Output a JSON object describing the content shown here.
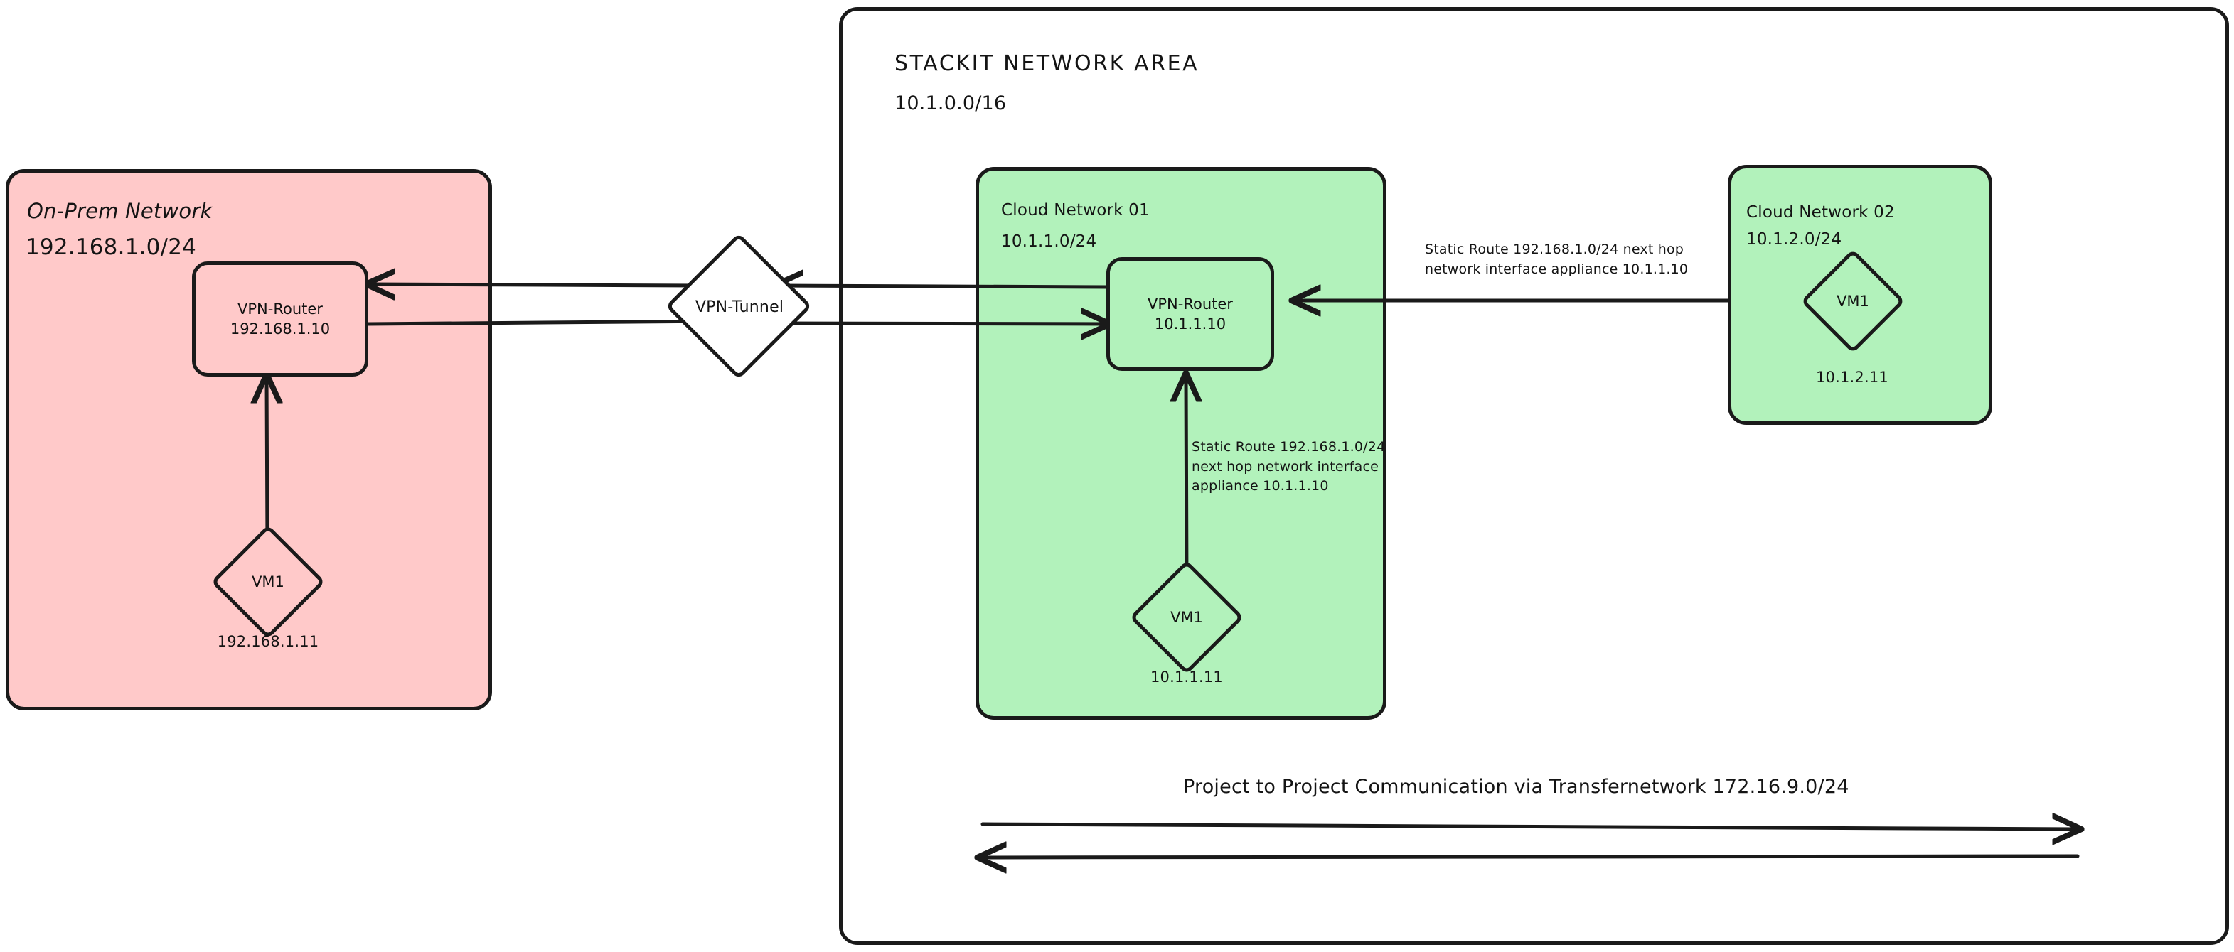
{
  "diagram": {
    "title": "STACKIT network area VPN and project-to-project connectivity diagram",
    "colors": {
      "onprem_fill": "#ffc9c9",
      "cloud_fill": "#b2f2bb",
      "stroke": "#1a1a1a",
      "page_background": "#ffffff"
    }
  },
  "onprem": {
    "title": "On-Prem Network",
    "cidr": "192.168.1.0/24",
    "router": {
      "name": "VPN-Router",
      "ip": "192.168.1.10"
    },
    "vm": {
      "name": "VM1",
      "ip": "192.168.1.11"
    }
  },
  "tunnel": {
    "label": "VPN-Tunnel"
  },
  "stackit_area": {
    "title": "STACKIT NETWORK AREA",
    "cidr": "10.1.0.0/16",
    "transfer_note": "Project to Project Communication via Transfernetwork 172.16.9.0/24"
  },
  "cloud_network_01": {
    "title": "Cloud Network 01",
    "cidr": "10.1.1.0/24",
    "router": {
      "name": "VPN-Router",
      "ip": "10.1.1.10"
    },
    "vm": {
      "name": "VM1",
      "ip": "10.1.1.11"
    },
    "static_route_note": "Static Route 192.168.1.0/24\nnext hop network interface\nappliance 10.1.1.10"
  },
  "cloud_network_02": {
    "title": "Cloud Network 02",
    "cidr": "10.1.2.0/24",
    "vm": {
      "name": "VM1",
      "ip": "10.1.2.11"
    },
    "static_route_note": "Static Route 192.168.1.0/24 next hop\nnetwork interface appliance 10.1.1.10"
  }
}
